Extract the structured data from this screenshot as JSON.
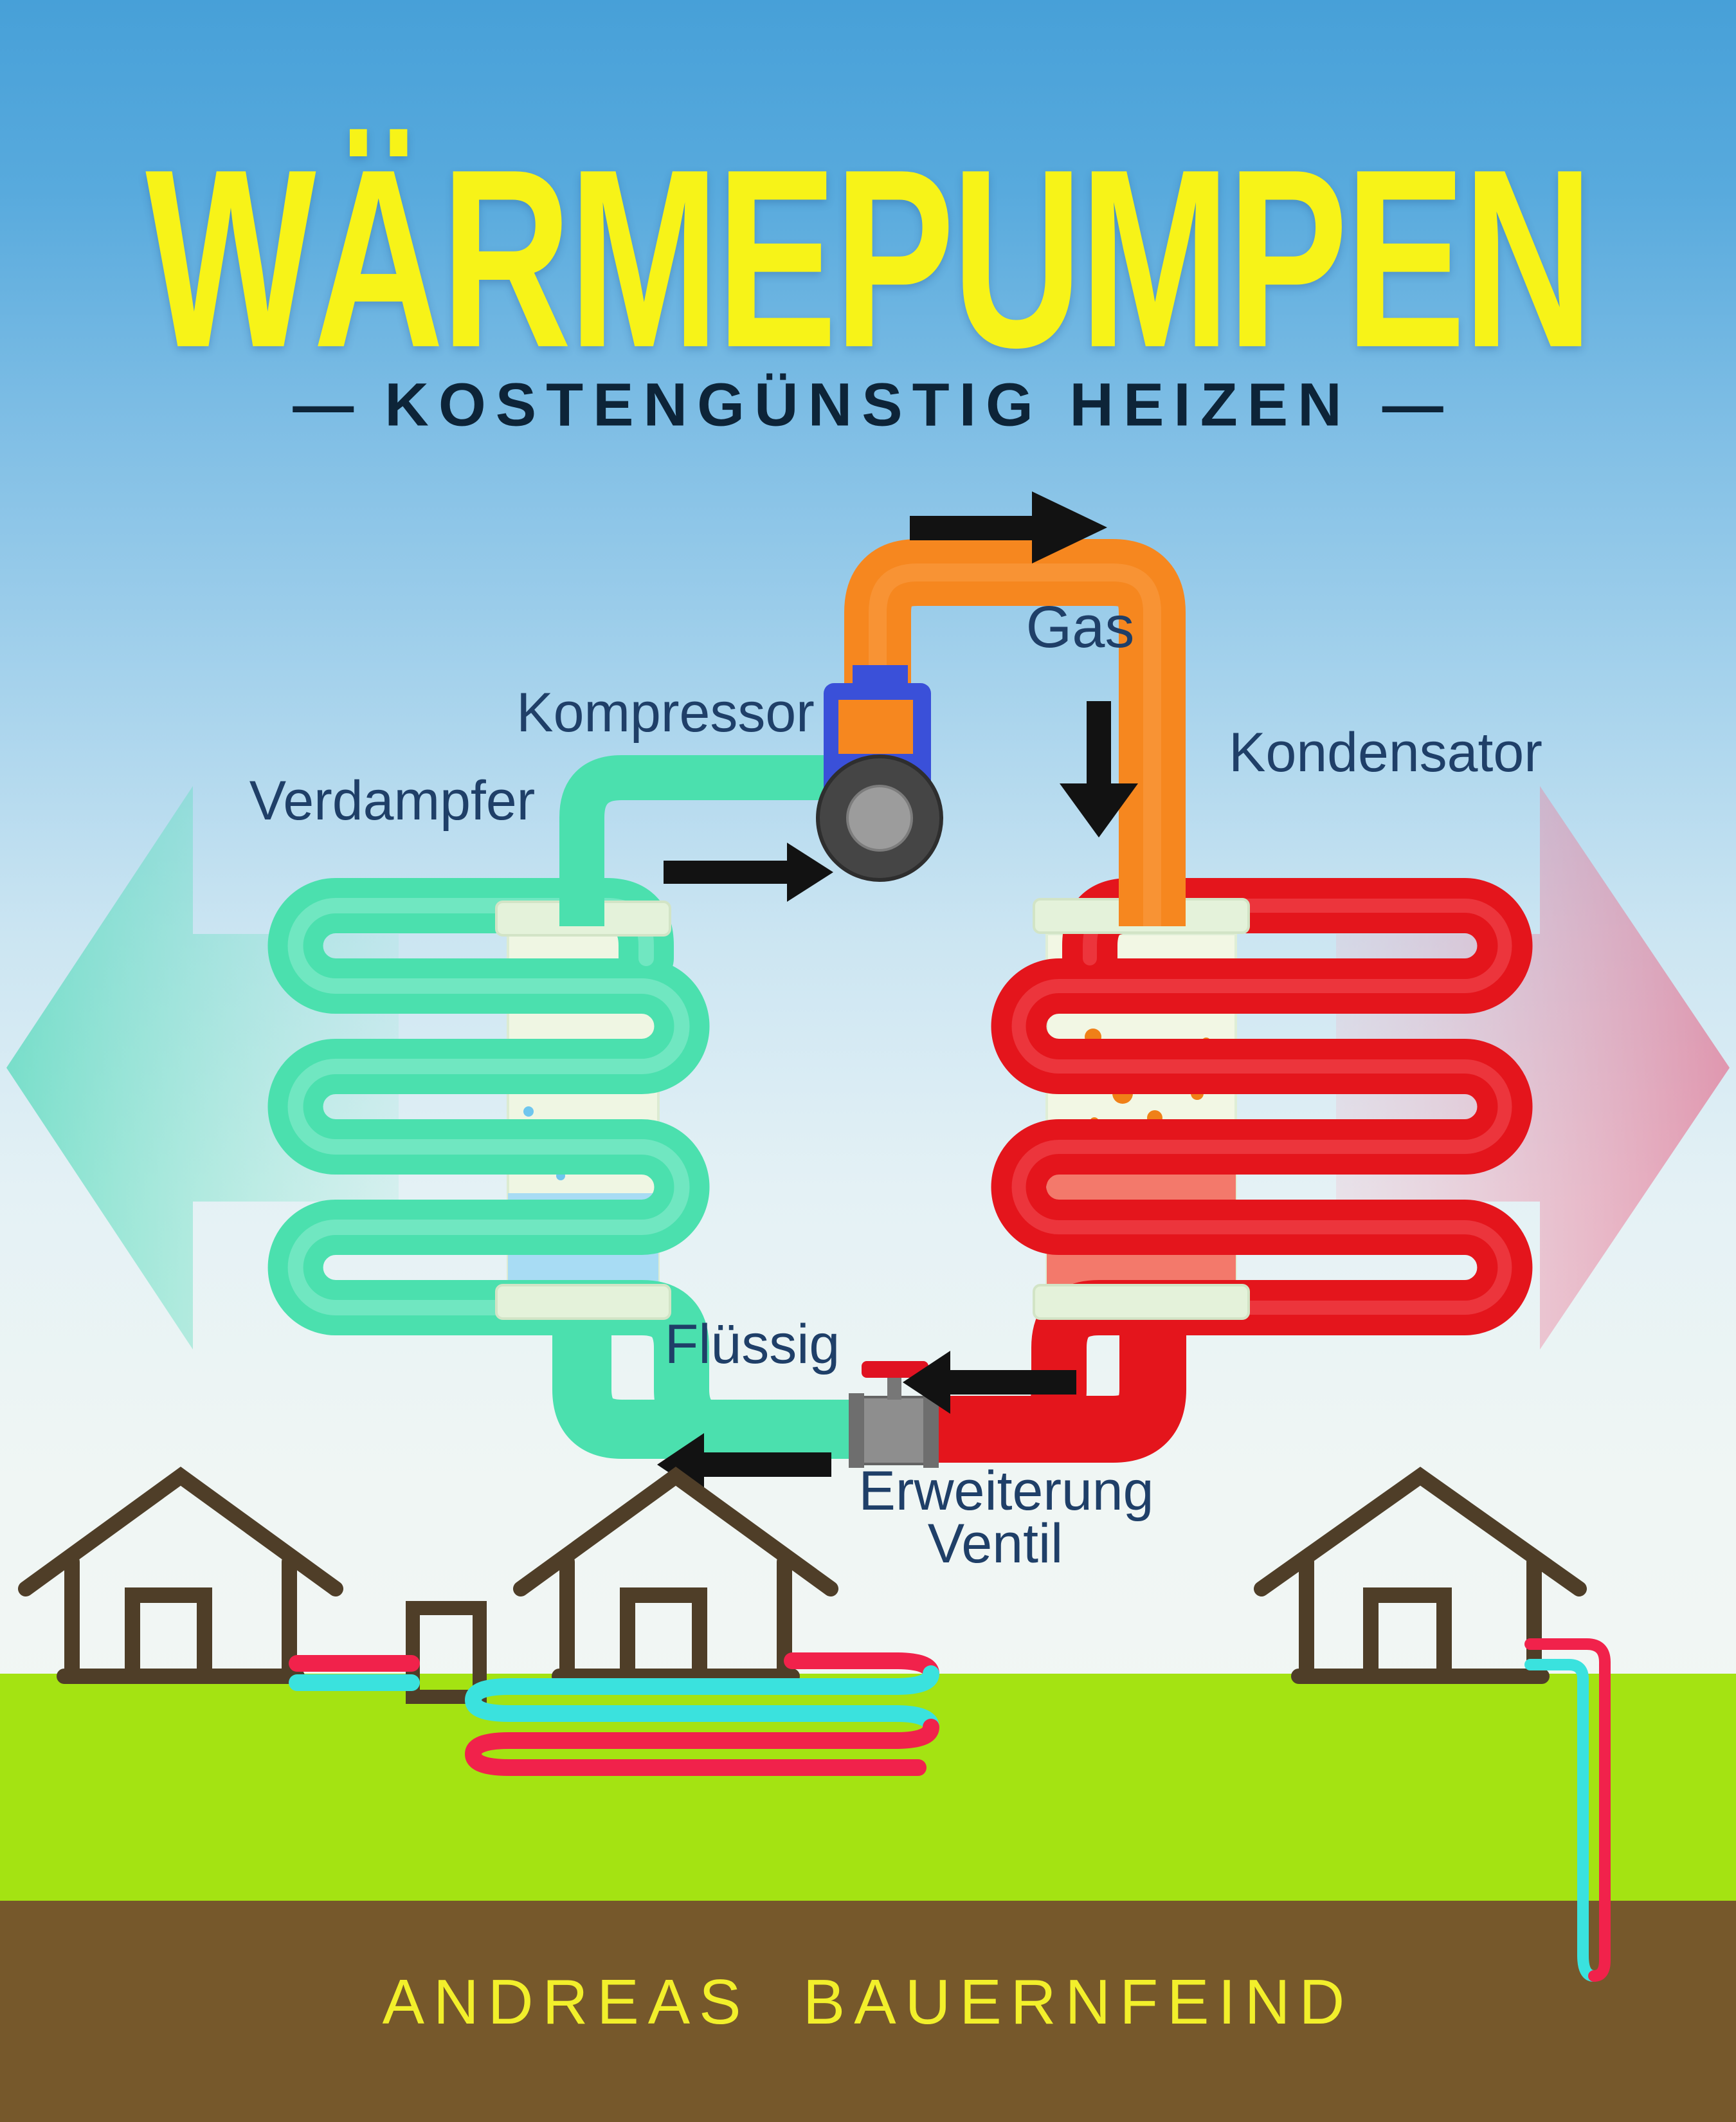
{
  "cover": {
    "title": "WÄRMEPUMPEN",
    "subtitle": "KOSTENGÜNSTIG HEIZEN",
    "dash": "—",
    "author": "ANDREAS  BAUERNFEIND"
  },
  "diagram": {
    "labels": {
      "kompressor": "Kompressor",
      "gas": "Gas",
      "kondensator": "Kondensator",
      "verdampfer": "Verdampfer",
      "fluessig": "Flüssig",
      "erweiterung": "Erweiterung",
      "ventil": "Ventil"
    },
    "icons": {
      "cold_side_arrow": "left-cold-air-arrow-icon",
      "hot_side_arrow": "right-hot-air-arrow-icon",
      "flow_arrows": "black-flow-arrow-icon",
      "compressor": "compressor-pump-icon",
      "expansion_valve": "expansion-valve-icon",
      "evaporator": "evaporator-coil-icon",
      "condenser": "condenser-coil-icon",
      "houses": "house-outline-icon",
      "ground_loop": "ground-loop-pipe-icon",
      "borehole": "borehole-pipe-icon"
    },
    "colors": {
      "cold_pipe_teal": "#4BE0AE",
      "hot_pipe_red": "#E4151C",
      "gas_pipe_orange": "#F6871F",
      "compressor_blue": "#3A50D9",
      "ground_loop_red": "#F1224B",
      "ground_loop_cyan": "#3AE2DE",
      "grass_green": "#A4E312",
      "soil_brown": "#76582B",
      "house_brown": "#4F3E28",
      "title_yellow": "#F7F318",
      "label_navy": "#1F3F68",
      "liquid_blue": "#A8DCF4",
      "liquid_hot": "#F3796B"
    }
  }
}
